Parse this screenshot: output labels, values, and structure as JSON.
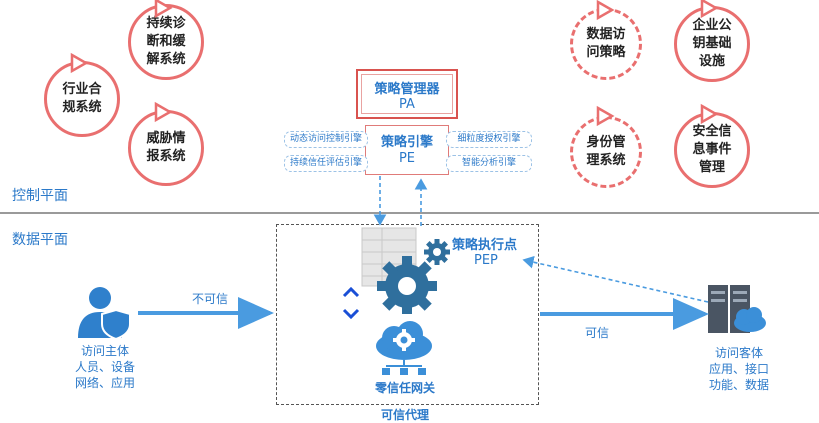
{
  "planes": {
    "control": "控制平面",
    "data": "数据平面"
  },
  "pa": {
    "title": "策略管理器",
    "abbr": "PA"
  },
  "pe": {
    "title": "策略引擎",
    "abbr": "PE"
  },
  "engines": {
    "left_top": "动态访问控制引擎",
    "left_bottom": "持续信任评估引擎",
    "right_top": "细粒度授权引擎",
    "right_bottom": "智能分析引擎"
  },
  "left_circles": [
    "持续诊\n断和缓\n解系统",
    "行业合\n规系统",
    "威胁情\n报系统"
  ],
  "right_circles": [
    "数据访\n问策略",
    "企业公\n钥基础\n设施",
    "身份管\n理系统",
    "安全信\n息事件\n管理"
  ],
  "pep": {
    "title": "策略执行点",
    "abbr": "PEP"
  },
  "gateway_label": "零信任网关",
  "proxy_label": "可信代理",
  "subject": {
    "title": "访问主体",
    "line2": "人员、设备",
    "line3": "网络、应用"
  },
  "object": {
    "title": "访问客体",
    "line2": "应用、接口",
    "line3": "功能、数据"
  },
  "arrows": {
    "untrusted": "不可信",
    "trusted": "可信"
  },
  "colors": {
    "accent": "#2b79c9",
    "circle": "#e96f6f",
    "pa_border": "#d9534f"
  }
}
